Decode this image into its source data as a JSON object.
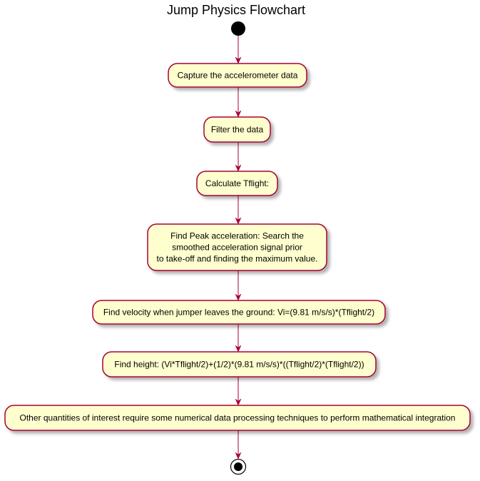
{
  "diagram": {
    "title": "Jump Physics Flowchart",
    "colors": {
      "node_fill": "#FEFECE",
      "node_border": "#A80036",
      "arrow": "#A80036",
      "start": "#000000",
      "end": "#000000",
      "background": "#FFFFFF"
    },
    "steps": [
      {
        "lines": [
          "Capture the accelerometer data"
        ]
      },
      {
        "lines": [
          "Filter the data"
        ]
      },
      {
        "lines": [
          "Calculate Tflight:"
        ]
      },
      {
        "lines": [
          "Find Peak acceleration: Search the",
          "smoothed acceleration signal prior",
          "to take-off and finding the maximum value."
        ]
      },
      {
        "lines": [
          "Find velocity when jumper leaves the ground: Vi=(9.81 m/s/s)*(Tflight/2)"
        ]
      },
      {
        "lines": [
          "Find height:  (Vi*Tflight/2)+(1/2)*(9.81 m/s/s)*((Tflight/2)*(Tflight/2))"
        ]
      },
      {
        "lines": [
          "Other quantities of interest require some numerical data processing techniques to perform mathematical integration"
        ]
      }
    ]
  }
}
